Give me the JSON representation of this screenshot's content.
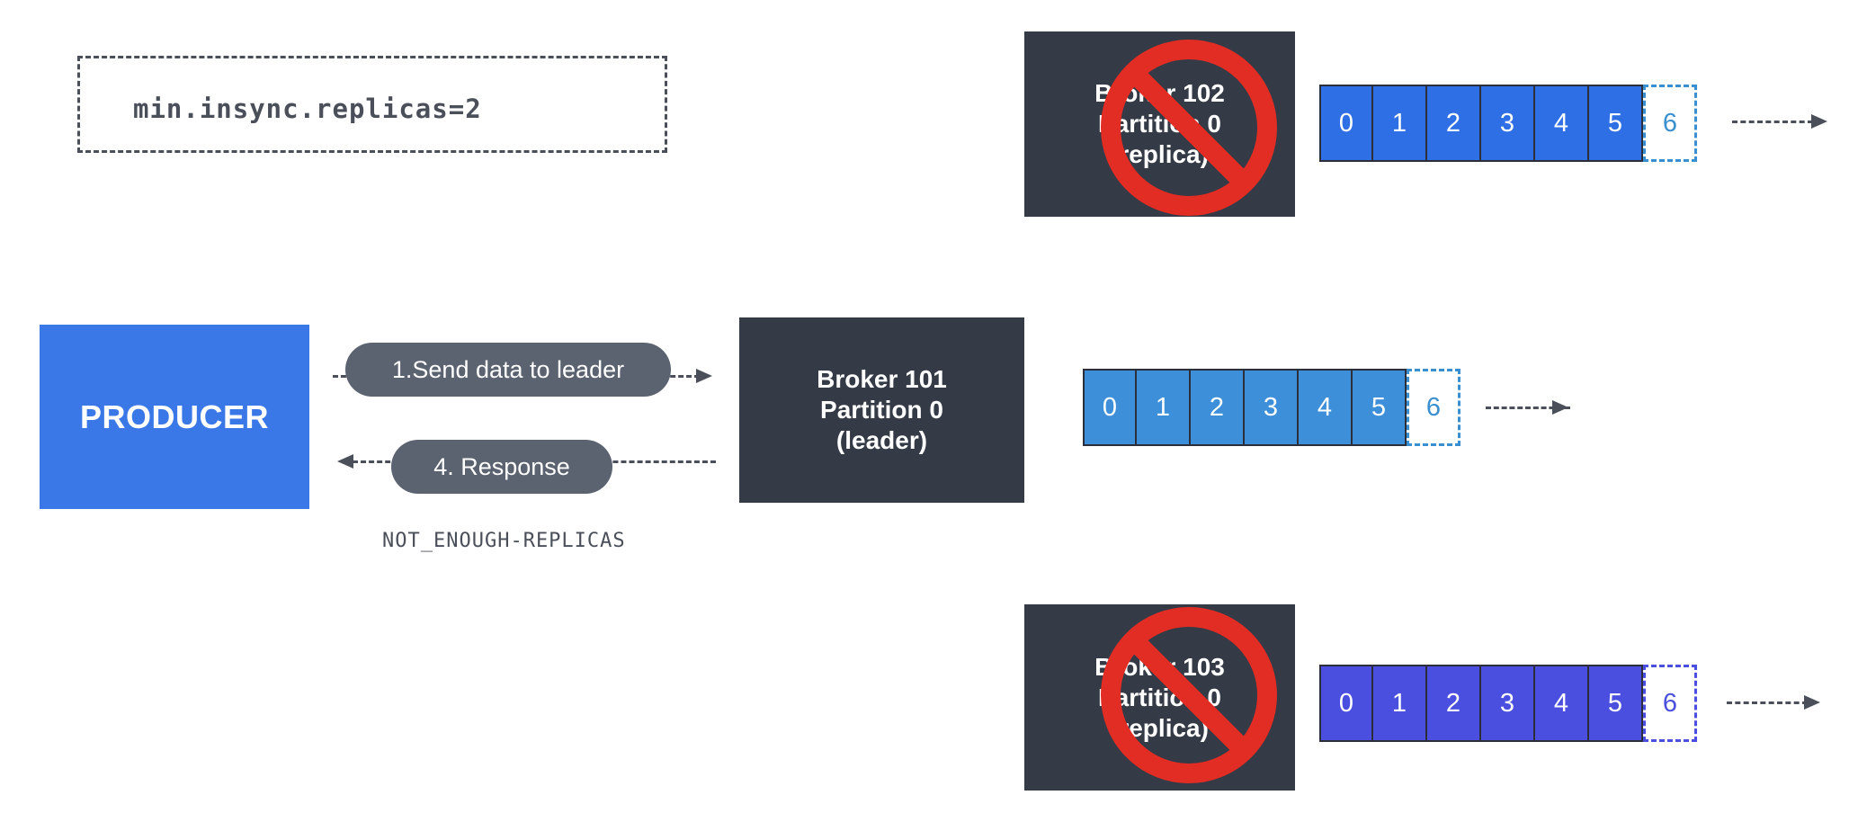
{
  "config": {
    "text": "min.insync.replicas=2"
  },
  "producer": {
    "label": "PRODUCER"
  },
  "leader": {
    "line1": "Broker 101",
    "line2": "Partition 0",
    "line3": "(leader)"
  },
  "replica_top": {
    "line1": "Broker 102",
    "line2": "Partition 0",
    "line3": "(replica)"
  },
  "replica_bottom": {
    "line1": "Broker 103",
    "line2": "Partition 0",
    "line3": "(replica)"
  },
  "send": {
    "label": "1.Send data to leader"
  },
  "response": {
    "label": "4. Response"
  },
  "error": {
    "text": "NOT_ENOUGH-REPLICAS"
  },
  "logs": {
    "offsets": [
      "0",
      "1",
      "2",
      "3",
      "4",
      "5"
    ],
    "new_offset": "6"
  },
  "colors": {
    "leader_log": "#3d8fd9",
    "top_replica_log": "#2f6fe6",
    "bottom_replica_log": "#4a4fe0",
    "producer": "#3b78e7",
    "broker": "#343a46",
    "ban": "#e22d24"
  },
  "icons": {
    "offline": "prohibited-icon"
  }
}
